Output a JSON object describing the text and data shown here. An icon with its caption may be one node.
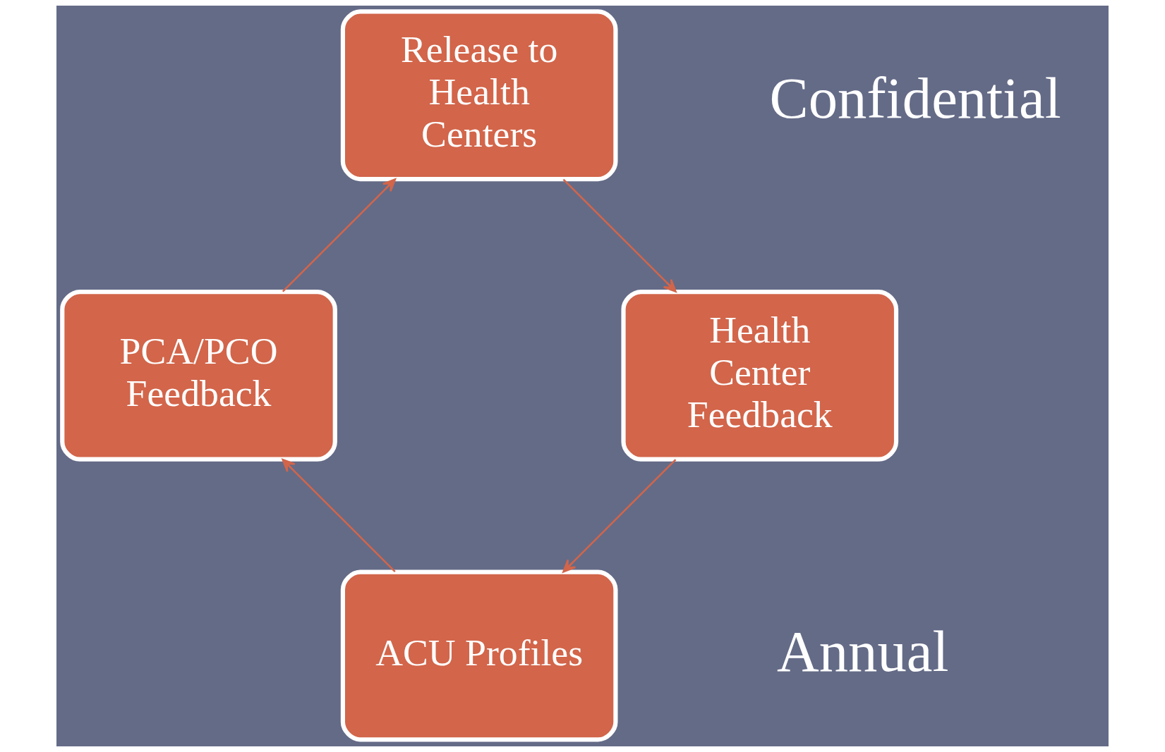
{
  "diagram": {
    "nodes": [
      {
        "text": [
          "ACU Profiles"
        ]
      },
      {
        "text": [
          "PCA/PCO Feedback"
        ]
      },
      {
        "text": [
          "Release to Health Centers"
        ]
      },
      {
        "text": [
          "Health Center Feedback"
        ]
      }
    ],
    "edges": [
      {
        "from": 0,
        "to": 1,
        "arrow": "to"
      },
      {
        "from": 1,
        "to": 2,
        "arrow": "to"
      },
      {
        "from": 2,
        "to": 3,
        "arrow": "to"
      },
      {
        "from": 3,
        "to": 0,
        "arrow": "to"
      }
    ],
    "labels": [
      "Annual",
      "Confidential"
    ]
  }
}
